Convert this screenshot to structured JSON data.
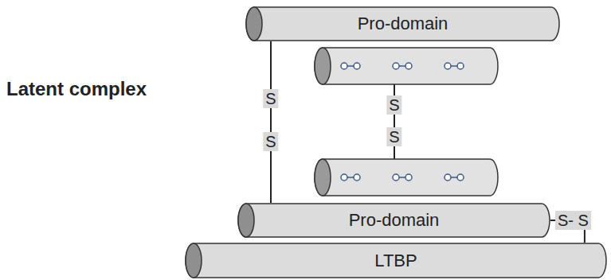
{
  "diagram": {
    "nodes": [
      {
        "text": [
          "Pro-domain"
        ]
      },
      {
        "text": [
          "Pro-domain"
        ]
      },
      {
        "text": [
          "LTBP"
        ]
      }
    ],
    "edges": [
      {
        "from": 0,
        "to": 1,
        "arrow": "none"
      },
      {
        "from": 1,
        "to": 2,
        "arrow": "none",
        "label": "S- S"
      }
    ],
    "labels": [
      "Latent complex",
      "S",
      "S",
      "S",
      "S"
    ]
  }
}
